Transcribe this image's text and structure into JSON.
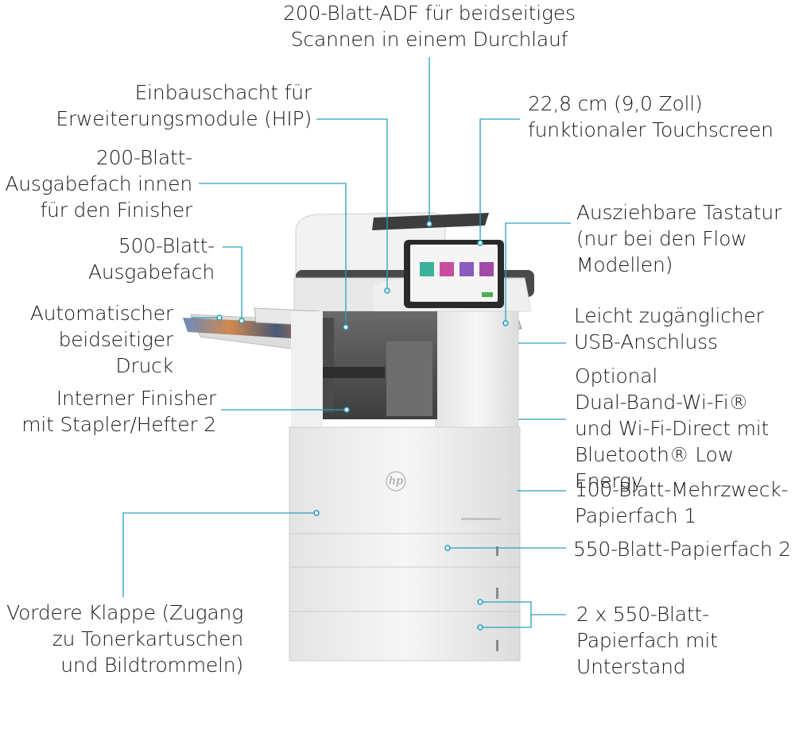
{
  "callouts": {
    "adf": "200-Blatt-ADF für beidseitiges\nScannen in einem Durchlauf",
    "hip": "Einbauschacht für\nErweiterungsmodule (HIP)",
    "touchscreen": "22,8 cm (9,0 Zoll)\nfunktionaler Touchscreen",
    "inner_tray": "200-Blatt-\nAusgabefach innen\nfür den Finisher",
    "keyboard": "Ausziehbare Tastatur\n(nur bei den Flow\nModellen)",
    "output_tray": "500-Blatt-\nAusgabefach",
    "duplex": "Automatischer\nbeidseitiger Druck",
    "usb": "Leicht zugänglicher\nUSB-Anschluss",
    "finisher": "Interner Finisher\nmit Stapler/Hefter 2",
    "wifi": "Optional\nDual-Band-Wi-Fi®\nund Wi-Fi-Direct mit\nBluetooth® Low Energy",
    "mp_tray": "100-Blatt-Mehrzweck-\nPapierfach 1",
    "tray2": "550-Blatt-Papierfach 2",
    "front_door": "Vordere Klappe (Zugang\nzu Tonerkartuschen\nund Bildtrommeln)",
    "trays_stand": "2 x 550-Blatt-\nPapierfach mit\nUnterstand"
  },
  "brand": {
    "logo": "hp"
  },
  "colors": {
    "callout_line": "#2a9fc0",
    "body": "#ededed",
    "panel": "#5a5a5a"
  }
}
